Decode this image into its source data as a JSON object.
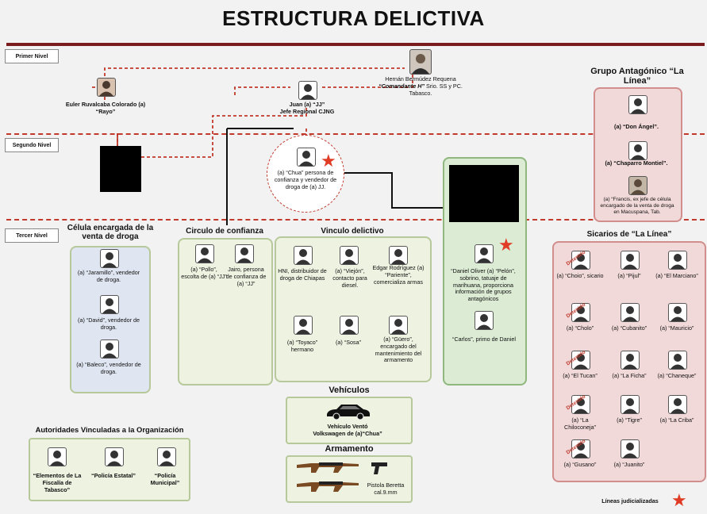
{
  "title": "ESTRUCTURA DELICTIVA",
  "levels": {
    "primer": "Primer Nivel",
    "segundo": "Segundo Nivel",
    "tercer": "Tercer Nivel"
  },
  "top_people": {
    "euler": "Euler Ruvalcaba Colorado (a) “Rayo”",
    "juan_line1": "Juan (a) “JJ”",
    "juan_line2": "Jefe Regional CJNG",
    "hernan_line1": "Hernán  Bermúdez Requena",
    "hernan_line2": "“Comandante H”",
    "hernan_line3": " Srio. SS y PC. Tabasco.",
    "chua": "(a) “Chua” persona de confianza y vendedor de droga de (a) JJ."
  },
  "grupo_antagonico": {
    "title": "Grupo Antagónico “La Línea”",
    "members": [
      "(a) “Don Ángel”.",
      "(a) “Chaparro Montiel”.",
      "(a) “Francis, ex jefe de célula encargado de la venta de droga  en Macuspana, Tab."
    ]
  },
  "celula": {
    "title": "Célula encargada de la venta de droga",
    "members": [
      "(a) “Jaramillo”, vendedor de droga.",
      "(a) “David”, vendedor de droga.",
      "(a) “Baleco”, vendedor de droga."
    ]
  },
  "circulo": {
    "title": "Circulo de confianza",
    "members": [
      "(a) “Pollo”, escolta de (a) “JJ”",
      "Jairo, persona de confianza de (a) “JJ”"
    ]
  },
  "vinculo": {
    "title": "Vinculo delictivo",
    "members": [
      "HNI, distribuidor de droga de Chiapas",
      "(a) “Viejón”, contacto para diesel.",
      "Edgar Rodríguez (a) “Pariente”, comercializa armas",
      "(a) “Toyaco” hermano",
      "(a) “Sosa”",
      "(a) “Güero”, encargado del mantenimiento del armamento"
    ]
  },
  "daniel": {
    "member1": "“Daniel Oliver (a) “Pelón”, sobrino, tatuaje de marihuana, proporciona información de grupos antagónicos",
    "member2": "“Carlos”, primo de Daniel"
  },
  "sicarios": {
    "title": "Sicarios de “La Línea”",
    "stamp": "Detenido",
    "members": [
      "(a) “Choio”, sicario",
      "(a) “Pijul”",
      "(a) “El Marciano”",
      "(a) “Cholo”",
      "(a) “Cubanito”",
      "(a) “Mauricio”",
      "(a) “El Tucan”",
      "(a) “La Ficha”",
      "(a) “Chaneque”",
      "(a) “La Chiloconeja”",
      "(a) “Tigre”",
      "(a) “La Criba”",
      "(a) “Gusano”",
      "(a) “Juanito”"
    ]
  },
  "vehiculos": {
    "title": "Vehículos",
    "caption_line1": "Vehículo Ventó",
    "caption_line2": "Volkswagen de (a)“Chua”"
  },
  "armamento": {
    "title": "Armamento",
    "caption_line1": "Pistola Beretta",
    "caption_line2": "cal.9.mm"
  },
  "autoridades": {
    "title": "Autoridades Vinculadas a la Organización",
    "members": [
      "“Elementos de La Fiscalía de Tabasco”",
      "“Policía Estatal”",
      "“Policía Municipal”"
    ]
  },
  "legend": "Líneas judicializadas",
  "colors": {
    "dashed_line": "#c0392b",
    "star": "#e03b24",
    "green_box": "#edf2e1",
    "blue_box": "#dfe5f1",
    "pink_box": "#f2d9d9"
  },
  "icons": {
    "person": "person-silhouette-icon",
    "star": "star-icon",
    "car": "car-icon",
    "rifle": "rifle-icon",
    "pistol": "pistol-icon"
  }
}
